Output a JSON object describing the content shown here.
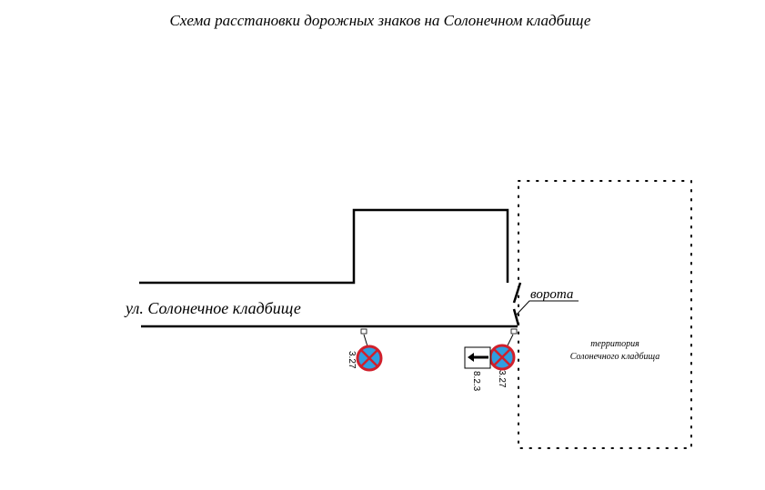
{
  "title": "Схема расстановки дорожных знаков на Солонечном кладбище",
  "street_label": "ул. Солонечное кладбище",
  "gate_label": "ворота",
  "territory_label_line1": "территория",
  "territory_label_line2": "Солонечного кладбища",
  "signs": [
    {
      "code": "3.27"
    },
    {
      "code": "8.2.3"
    },
    {
      "code": "3.27"
    }
  ],
  "colors": {
    "sign_blue": "#2f9ee0",
    "sign_red": "#d0202c"
  }
}
